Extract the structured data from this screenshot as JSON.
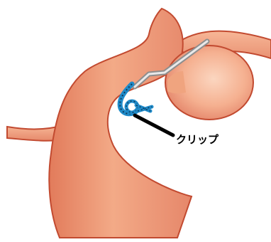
{
  "diagram": {
    "labels": {
      "clip": "クリップ"
    },
    "colors": {
      "background": "#ffffff",
      "vessel_outline": "#c24a30",
      "vessel_fill_dark": "#e07a5a",
      "vessel_fill_mid": "#f0a07c",
      "vessel_fill_light": "#fbd2bb",
      "clip_blue": "#1f8ac8",
      "clip_dark": "#0d3a5c",
      "applicator_gray": "#8e8e8e",
      "leader_line": "#000000"
    },
    "icons": [
      "artery-illustration",
      "aneurysm-sac",
      "aneurysm-clip",
      "clip-applicator"
    ]
  }
}
